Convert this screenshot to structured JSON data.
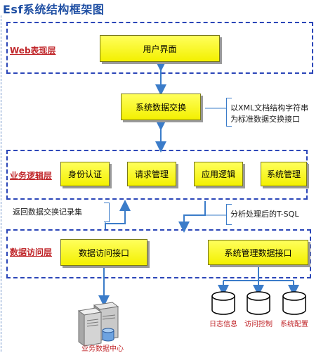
{
  "title": "Esf系统结构框架图",
  "layers": {
    "web": "Web表现层",
    "business": "业务逻辑层",
    "data_access": "数据访问层"
  },
  "nodes": {
    "ui": "用户界面",
    "data_exchange": "系统数据交换",
    "identity": "身份认证",
    "request_mgmt": "请求管理",
    "app_logic": "应用逻辑",
    "sys_mgmt": "系统管理",
    "data_access_iface": "数据访问接口",
    "sys_mgmt_data_iface": "系统管理数据接口"
  },
  "notes": {
    "xml_line1": "以XML文档结构字符串",
    "xml_line2": "为标准数据交换接口",
    "return_records": "返回数据交换记录集",
    "analysis_tsql": "分析处理后的T-SQL"
  },
  "databases": [
    "日志信息",
    "访问控制",
    "系统配置"
  ],
  "server_label": "业务数据中心",
  "colors": {
    "node_fill": "#ffff33",
    "layer_border": "#2b46b8",
    "layer_label": "#c0262a",
    "arrow": "#3b7cc9"
  }
}
